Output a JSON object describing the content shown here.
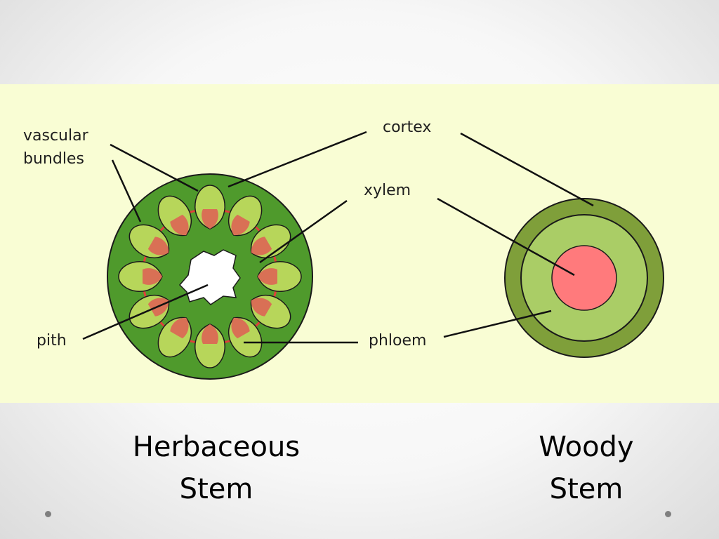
{
  "diagram": {
    "labels": {
      "vascular_line1": "vascular",
      "vascular_line2": "bundles",
      "cortex": "cortex",
      "xylem": "xylem",
      "pith": "pith",
      "phloem": "phloem"
    },
    "colors": {
      "panel_background": "#f9fdd4",
      "herbaceous_cortex": "#4f9a2c",
      "vascular_bundle": "#b7d65a",
      "xylem_red": "#e0403a",
      "pith": "#ffffff",
      "woody_outer_ring": "#7f9f3a",
      "woody_phloem": "#aacd66",
      "woody_xylem": "#ff7a7c"
    }
  },
  "captions": {
    "herbaceous_line1": "Herbaceous",
    "herbaceous_line2": "Stem",
    "woody_line1": "Woody",
    "woody_line2": "Stem"
  }
}
